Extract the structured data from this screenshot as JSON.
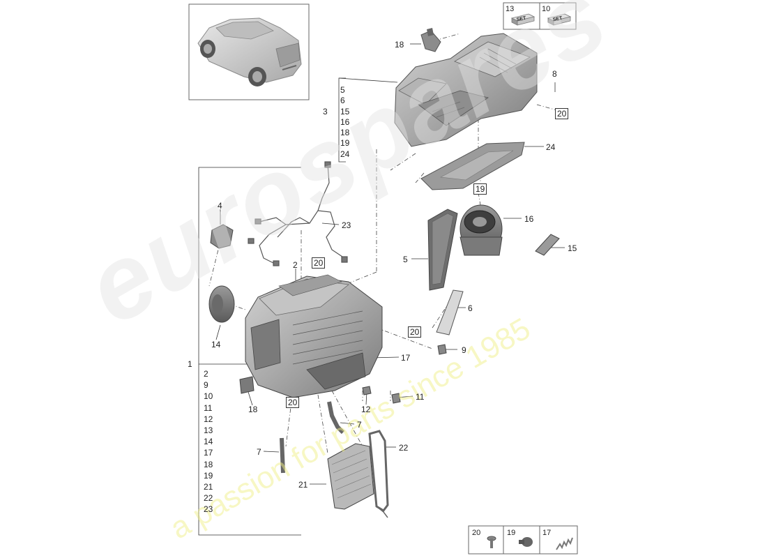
{
  "watermark": {
    "brand": "eurospares",
    "tagline": "a passion for parts since 1985",
    "brand_color": "#e4e4e4",
    "tagline_color": "#f1f08a"
  },
  "callouts": {
    "c1": "1",
    "c2": "2",
    "c3": "3",
    "c4": "4",
    "c5": "5",
    "c6": "6",
    "c7a": "7",
    "c7b": "7",
    "c8": "8",
    "c9": "9",
    "c11": "11",
    "c12": "12",
    "c14": "14",
    "c15": "15",
    "c16": "16",
    "c17": "17",
    "c18a": "18",
    "c18b": "18",
    "c21": "21",
    "c22": "22",
    "c23": "23",
    "c24": "24"
  },
  "boxed_callouts": {
    "b20_top": "20",
    "b19": "19",
    "b20_harness": "20",
    "b20_right": "20",
    "b20_bottom": "20"
  },
  "group_3": {
    "label": "3",
    "items": [
      "5",
      "6",
      "15",
      "16",
      "18",
      "19",
      "24"
    ]
  },
  "group_1": {
    "items": [
      "2",
      "9",
      "10",
      "11",
      "12",
      "13",
      "14",
      "17",
      "18",
      "19",
      "21",
      "22",
      "23"
    ]
  },
  "set_inset": {
    "items": [
      {
        "number": "13",
        "tag": "SET"
      },
      {
        "number": "10",
        "tag": "SET"
      }
    ]
  },
  "hardware_inset": {
    "items": [
      {
        "number": "20",
        "icon": "screw-icon"
      },
      {
        "number": "19",
        "icon": "clip-icon"
      },
      {
        "number": "17",
        "icon": "spring-icon"
      }
    ]
  },
  "car_inset": {
    "icon": "suv-car-icon"
  }
}
